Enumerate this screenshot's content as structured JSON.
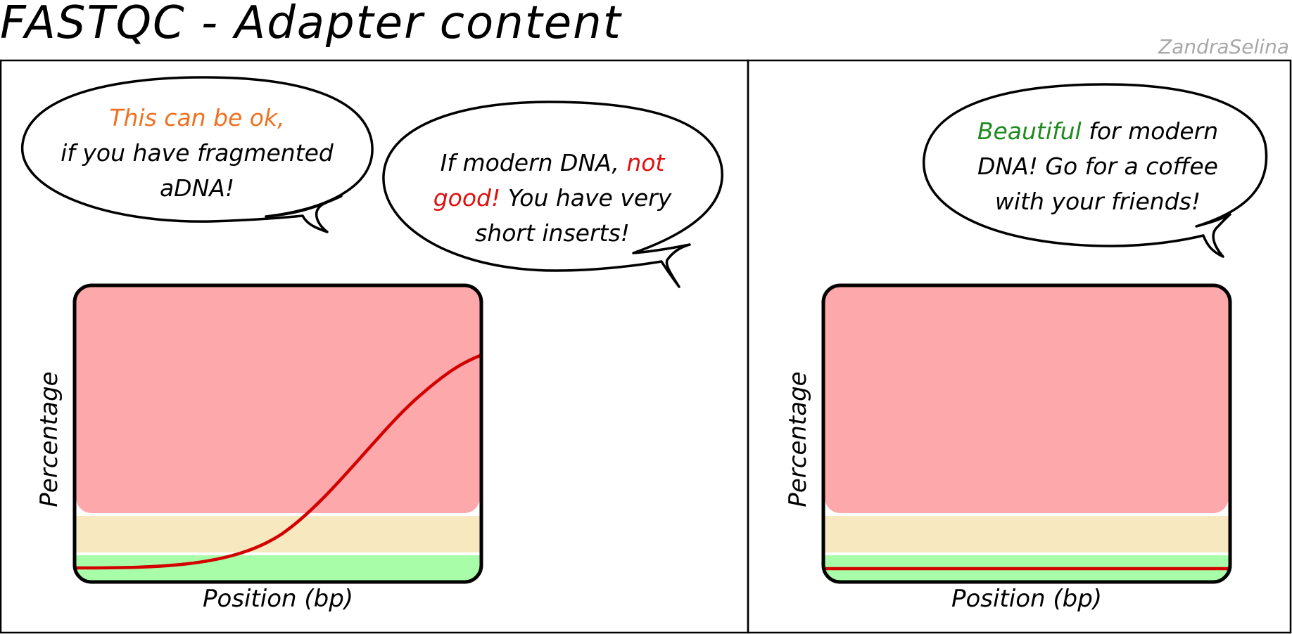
{
  "header": {
    "title": "FASTQC - Adapter content",
    "signature": "ZandraSelina"
  },
  "panels": [
    {
      "bubbles": [
        {
          "lines": [
            [
              {
                "text": "This can be ok,",
                "color": "orange"
              }
            ],
            [
              {
                "text": "if you have fragmented",
                "color": "black"
              }
            ],
            [
              {
                "text": "aDNA!",
                "color": "black"
              }
            ]
          ]
        },
        {
          "lines": [
            [
              {
                "text": "If modern DNA, ",
                "color": "black"
              },
              {
                "text": "not",
                "color": "red"
              }
            ],
            [
              {
                "text": "good!",
                "color": "red"
              },
              {
                "text": " You have very",
                "color": "black"
              }
            ],
            [
              {
                "text": "short inserts!",
                "color": "black"
              }
            ]
          ]
        }
      ],
      "plot": {
        "xlabel": "Position (bp)",
        "ylabel": "Percentage",
        "curve": "sigmoid-rising"
      }
    },
    {
      "bubbles": [
        {
          "lines": [
            [
              {
                "text": "Beautiful",
                "color": "green"
              },
              {
                "text": " for modern",
                "color": "black"
              }
            ],
            [
              {
                "text": "DNA! Go for a coffee",
                "color": "black"
              }
            ],
            [
              {
                "text": "with your friends!",
                "color": "black"
              }
            ]
          ]
        }
      ],
      "plot": {
        "xlabel": "Position (bp)",
        "ylabel": "Percentage",
        "curve": "flat-zero"
      }
    }
  ],
  "colors": {
    "zone_fail": "#fda9ab",
    "zone_warn": "#f7e8c0",
    "zone_pass": "#a8fda8",
    "curve": "#d40000",
    "orange": "#f07020",
    "red": "#e01010",
    "green": "#1f8a1f"
  }
}
